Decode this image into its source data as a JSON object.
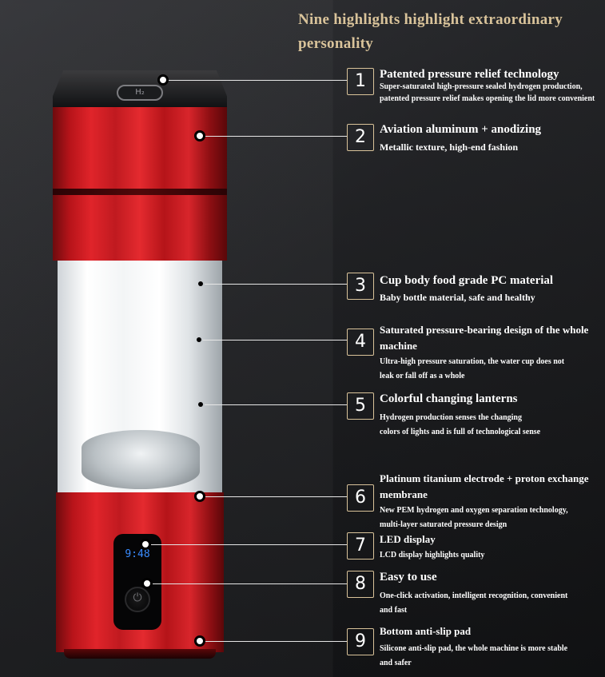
{
  "heading": {
    "line1": "Nine highlights highlight extraordinary",
    "line2": "personality"
  },
  "product": {
    "lid_symbol": "H₂",
    "display_time": "9:48",
    "power_symbol": "⏻"
  },
  "highlights": [
    {
      "number": "1",
      "title": "Patented pressure relief technology",
      "desc1": "Super-saturated high-pressure sealed hydrogen production,",
      "desc2": "patented pressure relief makes opening the lid more convenient"
    },
    {
      "number": "2",
      "title": "Aviation aluminum + anodizing",
      "desc1": "Metallic texture, high-end fashion"
    },
    {
      "number": "3",
      "title": "Cup body food grade PC material",
      "desc1": "Baby bottle material, safe and healthy"
    },
    {
      "number": "4",
      "title": "Saturated pressure-bearing design of the whole",
      "title2": "machine",
      "desc1": "Ultra-high pressure saturation, the water cup does not",
      "desc2": "leak or fall off as a whole"
    },
    {
      "number": "5",
      "title": "Colorful changing lanterns",
      "desc1": "Hydrogen production senses the changing",
      "desc2": "colors of lights and is full of technological sense"
    },
    {
      "number": "6",
      "title": "Platinum titanium electrode + proton exchange",
      "title2": "membrane",
      "desc1": "New PEM hydrogen and oxygen separation technology,",
      "desc2": "multi-layer saturated pressure design"
    },
    {
      "number": "7",
      "title": "LED display",
      "desc1": "LCD display highlights quality"
    },
    {
      "number": "8",
      "title": "Easy to use",
      "desc1": "One-click activation, intelligent recognition, convenient",
      "desc2": "and fast"
    },
    {
      "number": "9",
      "title": "Bottom anti-slip pad",
      "desc1": "Silicone anti-slip pad, the whole machine is more stable",
      "desc2": "and safer"
    }
  ],
  "colors": {
    "accent_gold": "#d9c39a",
    "product_red": "#e0242a",
    "display_blue": "#3a8cff"
  }
}
